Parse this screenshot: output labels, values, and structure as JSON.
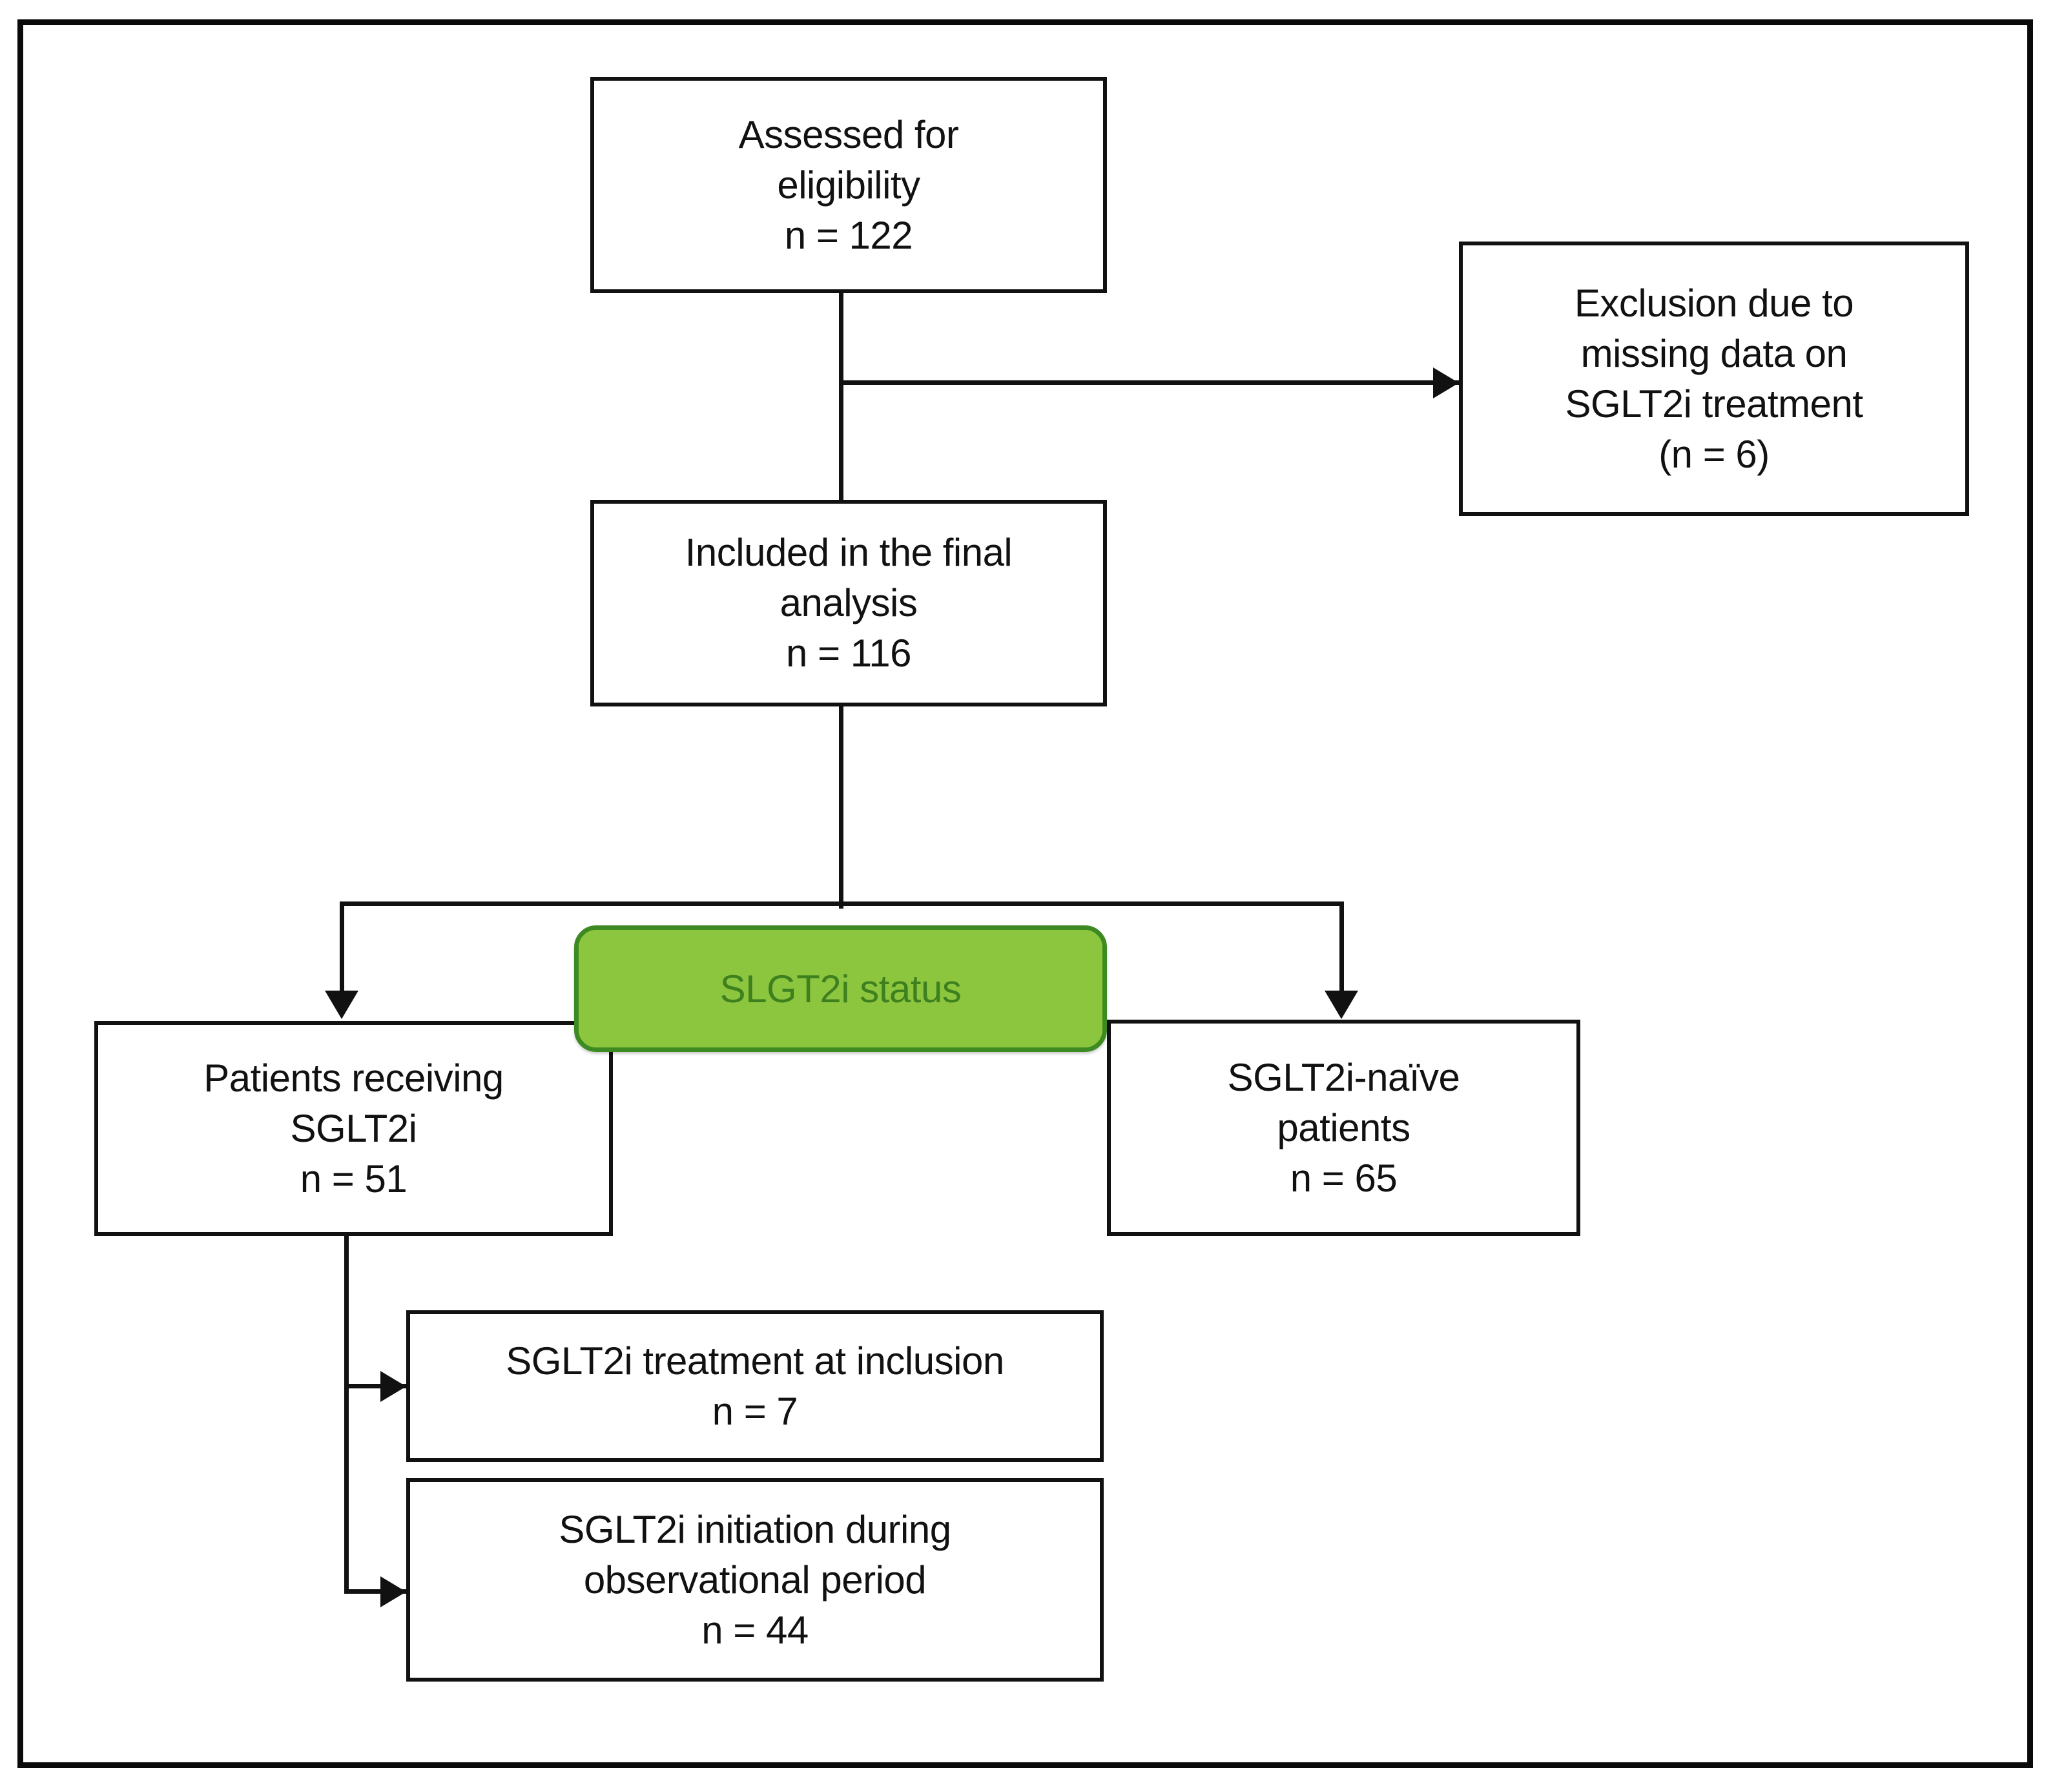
{
  "figure": {
    "type": "flowchart",
    "title": "Patient selection flow diagram",
    "colors": {
      "line": "#111111",
      "box_border": "#111111",
      "box_fill": "#ffffff",
      "decision_fill": "#8CC63F",
      "decision_border": "#3E8A22",
      "decision_text": "#3E7F1E",
      "frame": "#0a0a0a"
    }
  },
  "nodes": {
    "assessed": {
      "label": "Assessed for\neligibility\nn = 122",
      "count": 122
    },
    "exclusion": {
      "label": "Exclusion due to\nmissing data on\nSGLT2i treatment\n(n = 6)",
      "count": 6
    },
    "included": {
      "label": "Included in the final\nanalysis\nn = 116",
      "count": 116
    },
    "decision": {
      "label": "SLGT2i status"
    },
    "receiving": {
      "label": "Patients receiving\nSGLT2i\nn = 51",
      "count": 51
    },
    "naive": {
      "label": "SGLT2i-naïve\npatients\nn = 65",
      "count": 65
    },
    "at_inclusion": {
      "label": "SGLT2i treatment at inclusion\nn = 7",
      "count": 7
    },
    "initiation": {
      "label": "SGLT2i initiation during\nobservational period\nn = 44",
      "count": 44
    }
  },
  "edges": [
    {
      "from": "assessed",
      "to": "exclusion",
      "kind": "right-arrow"
    },
    {
      "from": "assessed",
      "to": "included",
      "kind": "down"
    },
    {
      "from": "included",
      "to": "decision",
      "kind": "down"
    },
    {
      "from": "decision",
      "to": "receiving",
      "kind": "split-left-arrow"
    },
    {
      "from": "decision",
      "to": "naive",
      "kind": "split-right-arrow"
    },
    {
      "from": "receiving",
      "to": "at_inclusion",
      "kind": "right-arrow"
    },
    {
      "from": "receiving",
      "to": "initiation",
      "kind": "right-arrow"
    }
  ]
}
